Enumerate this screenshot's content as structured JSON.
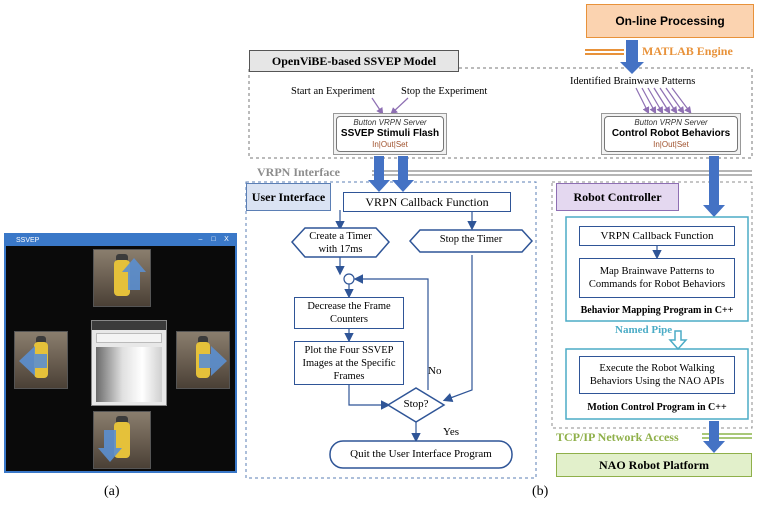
{
  "panel_a": {
    "window_title": "SSVEP",
    "window_buttons": [
      "–",
      "□",
      "X"
    ],
    "caption": "(a)"
  },
  "panel_b": {
    "caption": "(b)",
    "online_processing": "On-line Processing",
    "matlab_engine": "MATLAB Engine",
    "openvibe_title": "OpenViBE-based SSVEP Model",
    "start_experiment": "Start an Experiment",
    "stop_experiment": "Stop the Experiment",
    "identified_patterns": "Identified Brainwave Patterns",
    "vrpn_server_left": {
      "caption": "Button VRPN Server",
      "name": "SSVEP Stimuli Flash",
      "ports": "In|Out|Set"
    },
    "vrpn_server_right": {
      "caption": "Button VRPN Server",
      "name": "Control Robot Behaviors",
      "ports": "In|Out|Set"
    },
    "vrpn_interface": "VRPN Interface",
    "user_interface": "User Interface",
    "robot_controller": "Robot Controller",
    "ui_callback": "VRPN Callback Function",
    "create_timer": "Create a Timer with 17ms",
    "stop_timer": "Stop the Timer",
    "decrease_frame": "Decrease the Frame Counters",
    "plot_images": "Plot the Four SSVEP Images at the Specific Frames",
    "stop_question": "Stop?",
    "no_label": "No",
    "yes_label": "Yes",
    "quit_program": "Quit the User Interface Program",
    "rc_callback": "VRPN Callback Function",
    "map_patterns": "Map Brainwave Patterns to Commands for Robot Behaviors",
    "behavior_mapping": "Behavior Mapping Program in C++",
    "named_pipe": "Named Pipe",
    "execute_walking": "Execute the Robot Walking Behaviors Using the NAO APIs",
    "motion_control": "Motion Control Program in C++",
    "tcpip": "TCP/IP Network Access",
    "nao_platform": "NAO Robot Platform"
  },
  "colors": {
    "flow_blue": "#2f5597",
    "arrow_blue": "#4472c4",
    "orange_fill": "#fbd3b0",
    "orange_text": "#e8923a",
    "purple_fill": "#e4d8f0",
    "green_fill": "#e2f0cb",
    "teal_text": "#4bacc6",
    "ui_header_fill": "#dae3f3"
  },
  "icons": {
    "flow_arrow": "down-arrow-icon",
    "robot_arrow": "direction-arrow-icon"
  }
}
